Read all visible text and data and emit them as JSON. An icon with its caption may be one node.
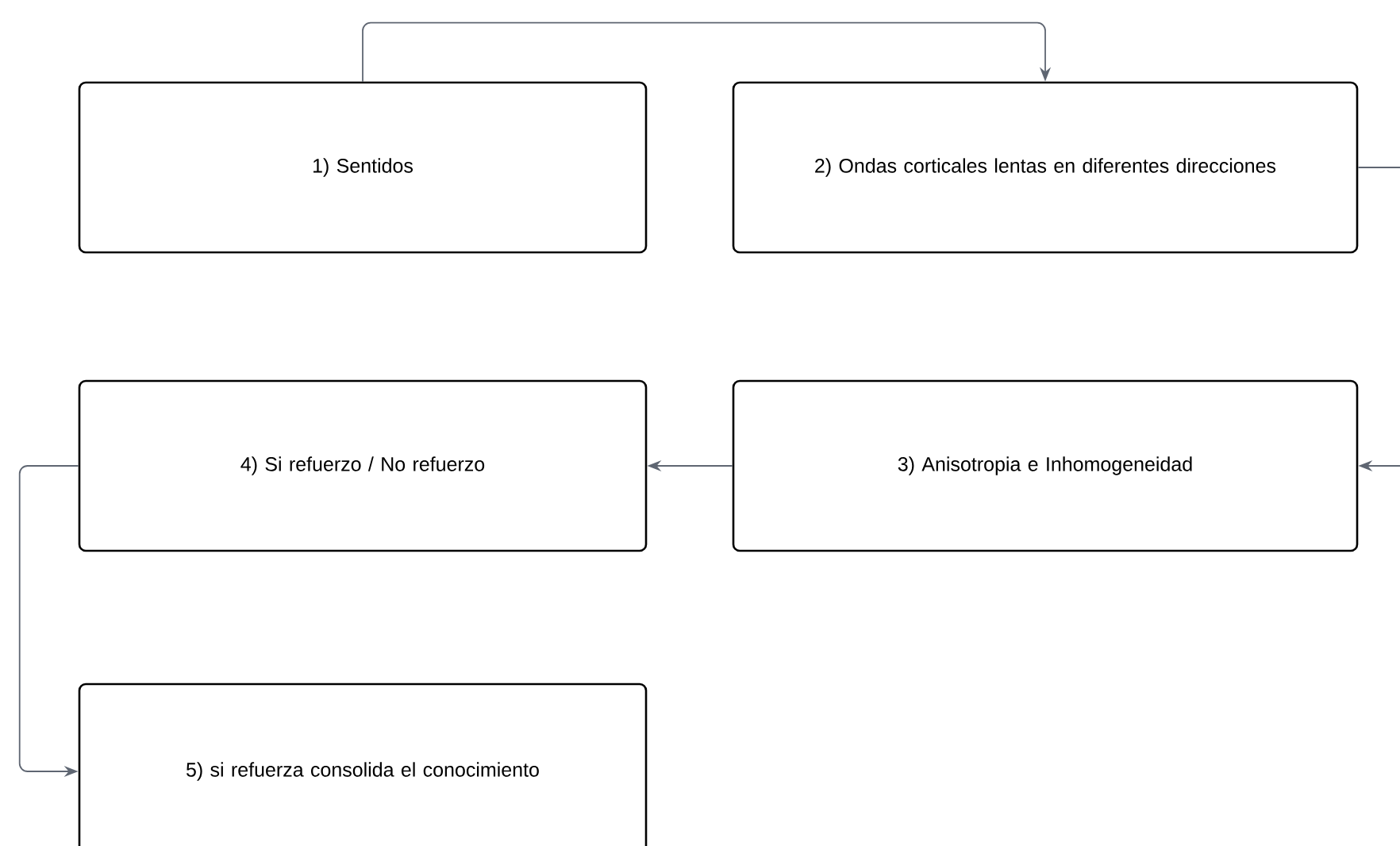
{
  "diagram": {
    "nodes": [
      {
        "text": [
          "1) Sentidos"
        ]
      },
      {
        "text": [
          "2) Ondas corticales lentas en diferentes direcciones"
        ]
      },
      {
        "text": [
          "3) Anisotropia e  Inhomogeneidad"
        ]
      },
      {
        "text": [
          "4) Si refuerzo / No refuerzo"
        ]
      },
      {
        "text": [
          "5) si refuerza consolida el conocimiento"
        ]
      }
    ],
    "edges": [
      {
        "from": 0,
        "to": 1,
        "arrow": "to"
      },
      {
        "from": 1,
        "to": 2,
        "arrow": "to"
      },
      {
        "from": 2,
        "to": 3,
        "arrow": "to"
      },
      {
        "from": 3,
        "to": 4,
        "arrow": "to"
      }
    ]
  }
}
